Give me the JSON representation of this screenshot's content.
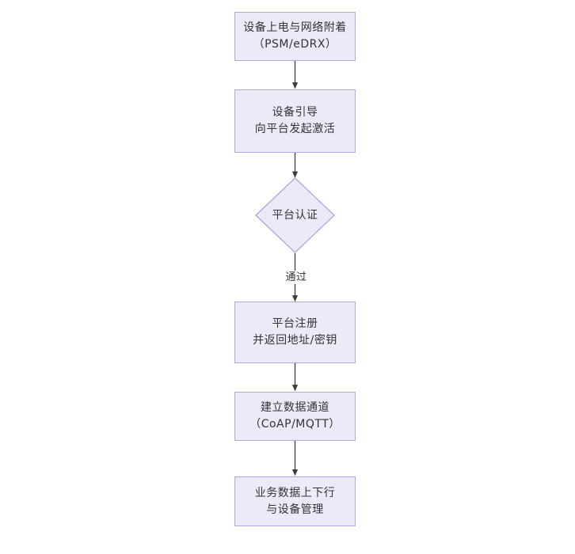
{
  "diagram": {
    "type": "flowchart",
    "orientation": "top-to-bottom",
    "background_color": "#ffffff",
    "node_fill_color": "#ECEAF9",
    "node_border_color": "#B9A5DC",
    "text_color": "#333333",
    "connector_color": "#3A3A3A",
    "nodes": [
      {
        "id": "n1",
        "shape": "rectangle",
        "line1": "设备上电与网络附着",
        "line2": "（PSM/eDRX）"
      },
      {
        "id": "n2",
        "shape": "rectangle",
        "line1": "设备引导",
        "line2": "向平台发起激活"
      },
      {
        "id": "n3",
        "shape": "diamond",
        "line1": "平台认证",
        "line2": ""
      },
      {
        "id": "n4",
        "shape": "rectangle",
        "line1": "平台注册",
        "line2": "并返回地址/密钥"
      },
      {
        "id": "n5",
        "shape": "rectangle",
        "line1": "建立数据通道",
        "line2": "（CoAP/MQTT）"
      },
      {
        "id": "n6",
        "shape": "rectangle",
        "line1": "业务数据上下行",
        "line2": "与设备管理"
      }
    ],
    "edges": [
      {
        "id": "e1",
        "from": "n1",
        "to": "n2",
        "label": ""
      },
      {
        "id": "e2",
        "from": "n2",
        "to": "n3",
        "label": ""
      },
      {
        "id": "e3",
        "from": "n3",
        "to": "n4",
        "label": "通过"
      },
      {
        "id": "e4",
        "from": "n4",
        "to": "n5",
        "label": ""
      },
      {
        "id": "e5",
        "from": "n5",
        "to": "n6",
        "label": ""
      }
    ]
  }
}
